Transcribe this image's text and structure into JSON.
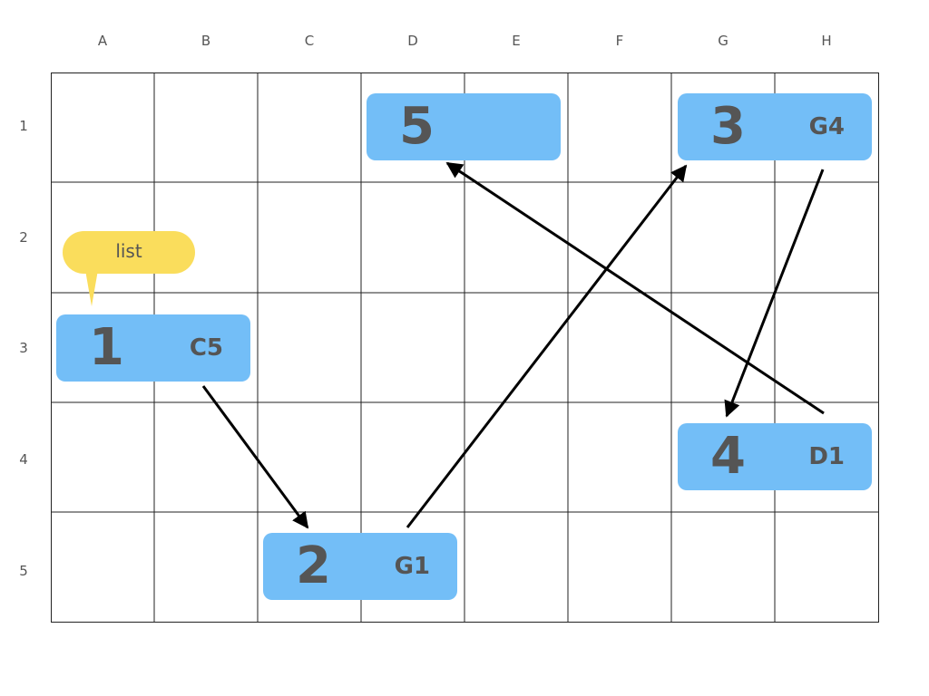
{
  "columns": [
    "A",
    "B",
    "C",
    "D",
    "E",
    "F",
    "G",
    "H"
  ],
  "rows": [
    "1",
    "2",
    "3",
    "4",
    "5"
  ],
  "tooltip": {
    "label": "list"
  },
  "nodes": [
    {
      "id": "node-1",
      "number": "1",
      "ref": "C5"
    },
    {
      "id": "node-2",
      "number": "2",
      "ref": "G1"
    },
    {
      "id": "node-3",
      "number": "3",
      "ref": "G4"
    },
    {
      "id": "node-4",
      "number": "4",
      "ref": "D1"
    },
    {
      "id": "node-5",
      "number": "5",
      "ref": ""
    }
  ],
  "links": [
    {
      "from": "1",
      "to": "2"
    },
    {
      "from": "2",
      "to": "3"
    },
    {
      "from": "3",
      "to": "4"
    },
    {
      "from": "4",
      "to": "5"
    }
  ],
  "colors": {
    "node": "#73bef7",
    "node_text": "#555555",
    "tooltip": "#fadd5c",
    "grid_line": "#222222",
    "arrow": "#000000"
  }
}
